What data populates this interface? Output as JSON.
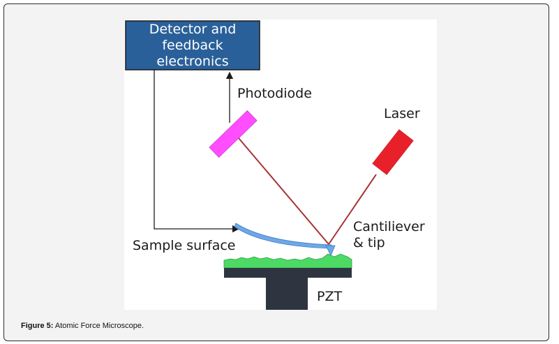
{
  "diagram": {
    "box_label_lines": [
      "Detector and",
      "feedback",
      "electronics"
    ],
    "labels": {
      "photodiode": "Photodiode",
      "laser": "Laser",
      "cantilever_line1": "Cantiliever",
      "cantilever_line2": "& tip",
      "sample_surface": "Sample surface",
      "pzt": "PZT"
    },
    "colors": {
      "detector_box": "#2a6099",
      "photodiode": "#ff4dff",
      "laser": "#e8202a",
      "beam": "#a83232",
      "cantilever": "#6fa8e8",
      "sample": "#4cd964",
      "stage": "#2e3540"
    }
  },
  "caption": {
    "label": "Figure 5:",
    "text": "Atomic Force Microscope."
  }
}
